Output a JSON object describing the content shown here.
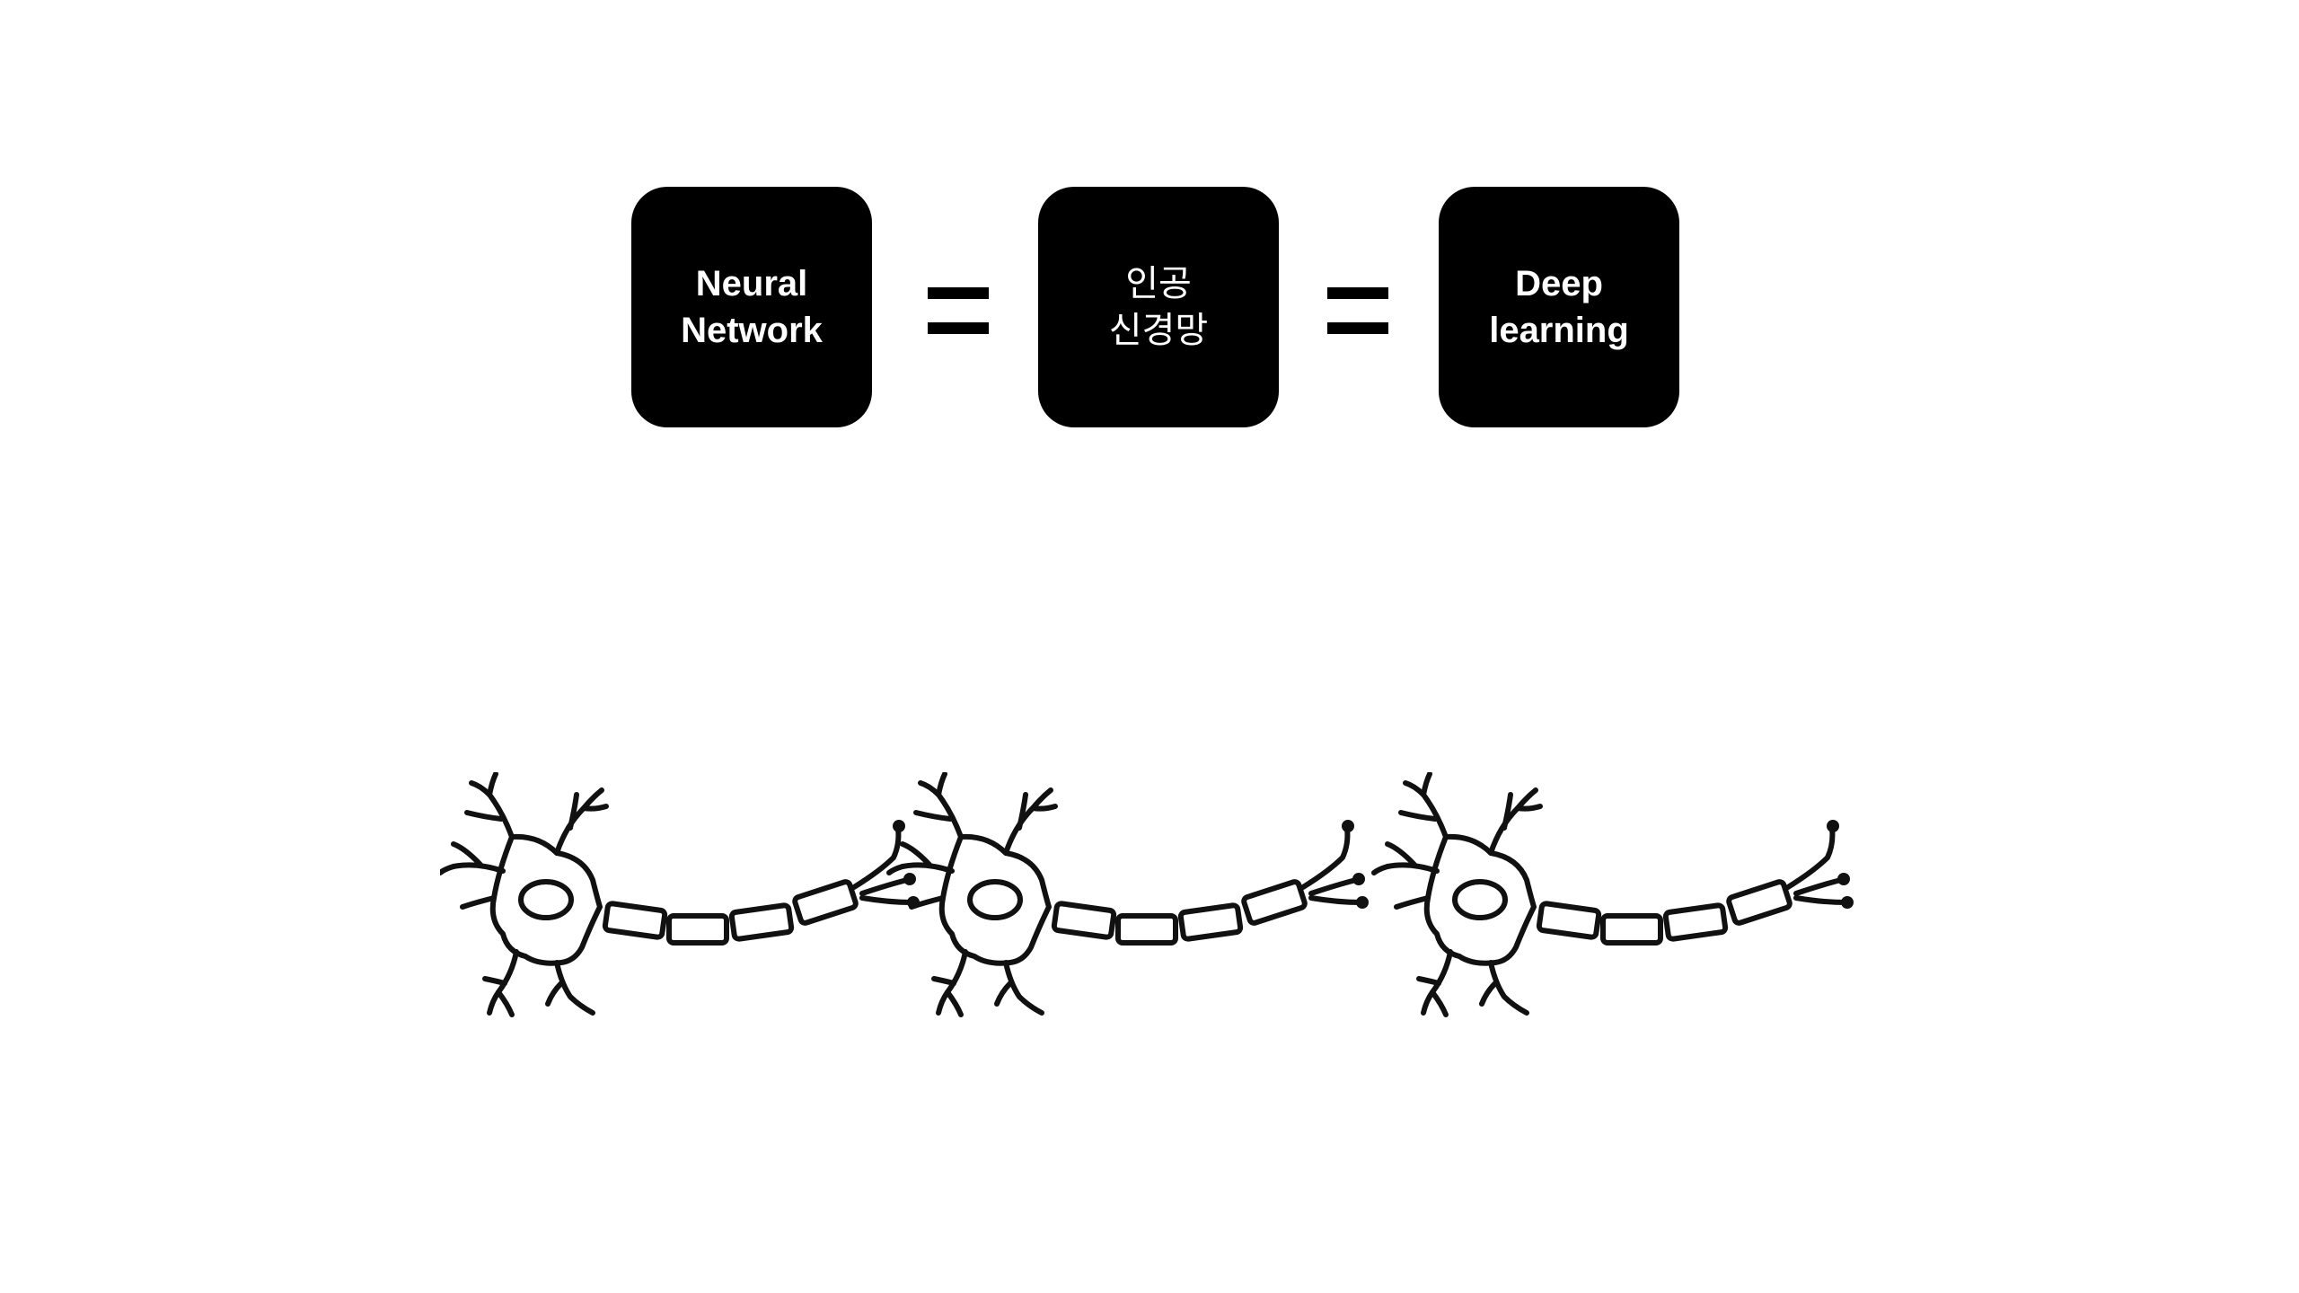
{
  "boxes": [
    {
      "label": "Neural\nNetwork"
    },
    {
      "label": "인공\n신경망"
    },
    {
      "label": "Deep\nlearning"
    }
  ],
  "colors": {
    "background": "#ffffff",
    "box_fill": "#000000",
    "box_text": "#ffffff",
    "symbol": "#000000"
  },
  "neuron_count": 3
}
